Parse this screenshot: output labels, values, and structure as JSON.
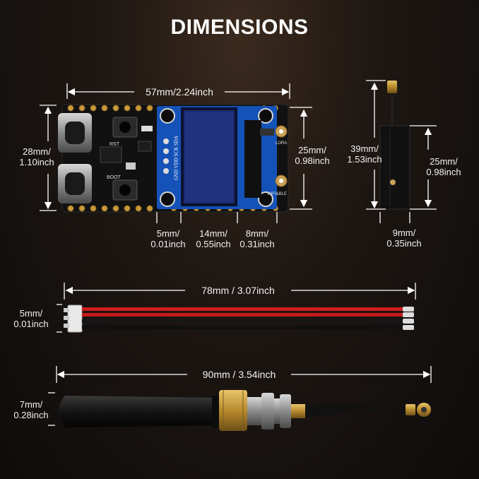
{
  "title": "DIMENSIONS",
  "board": {
    "width_label": "57mm/2.24inch",
    "height_left": [
      "28mm/",
      "1.10inch"
    ],
    "height_right": [
      "25mm/",
      "0.98inch"
    ],
    "bottom": [
      {
        "l1": "5mm/",
        "l2": "0.01inch"
      },
      {
        "l1": "14mm/",
        "l2": "0.55inch"
      },
      {
        "l1": "8mm/",
        "l2": "0.31inch"
      }
    ],
    "silk_pins": "GND VDD SCK SDA",
    "silk_rst": "RST",
    "silk_boot": "BOOT",
    "silk_lora": "LORA",
    "silk_wifi": "WIFI&BLE"
  },
  "antenna_small": {
    "height_outer": [
      "39mm/",
      "1.53inch"
    ],
    "height_inner": [
      "25mm/",
      "0.98inch"
    ],
    "width": [
      "9mm/",
      "0.35inch"
    ]
  },
  "cable": {
    "length_label": "78mm / 3.07inch",
    "side": [
      "5mm/",
      "0.01inch"
    ]
  },
  "antenna_large": {
    "length_label": "90mm / 3.54inch",
    "side": [
      "7mm/",
      "0.28inch"
    ]
  }
}
